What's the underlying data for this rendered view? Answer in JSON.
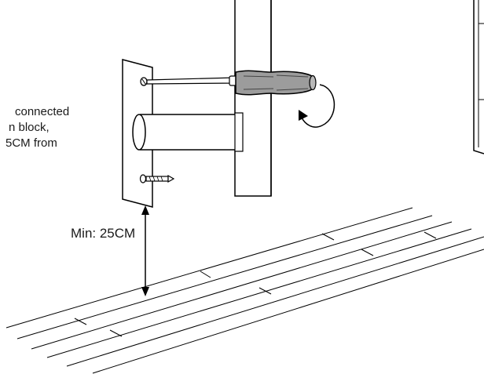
{
  "annotation": {
    "lines": [
      "connected",
      "n block,",
      "5CM from"
    ]
  },
  "clearance": {
    "label": "Min: 25CM"
  }
}
